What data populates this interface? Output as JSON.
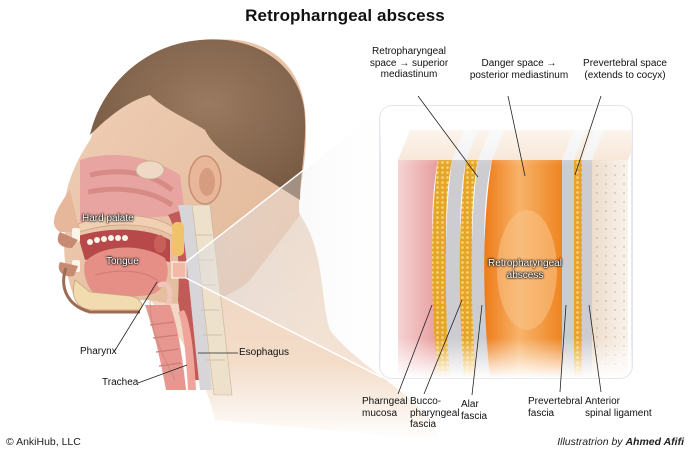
{
  "title": "Retropharngeal abscess",
  "head_labels": {
    "hard_palate": "Hard palate",
    "tongue": "Tongue",
    "pharynx": "Pharynx",
    "trachea": "Trachea",
    "esophagus": "Esophagus"
  },
  "inset": {
    "abscess_label_1": "Retropharyngeal",
    "abscess_label_2": "abscess",
    "top_labels": [
      {
        "lines": [
          "Retropharyngeal",
          "space → superior",
          "mediastinum"
        ]
      },
      {
        "lines": [
          "Danger space →",
          "posterior mediastinum"
        ]
      },
      {
        "lines": [
          "Prevertebral space",
          "(extends to cocyx)"
        ]
      }
    ],
    "bottom_labels": [
      {
        "lines": [
          "Pharngeal",
          "mucosa"
        ]
      },
      {
        "lines": [
          "Bucco-",
          "pharyngeal",
          "fascia"
        ]
      },
      {
        "lines": [
          "Alar",
          "fascia"
        ]
      },
      {
        "lines": [
          "Prevertebral",
          "fascia"
        ]
      },
      {
        "lines": [
          "Anterior",
          "spinal ligament"
        ]
      }
    ]
  },
  "footer": {
    "copyright": "© AnkiHub, LLC",
    "credit_prefix": "Illustratrion by ",
    "credit_author": "Ahmed Afifi"
  },
  "colors": {
    "skin": "#e9c4a6",
    "hair": "#8a6a52",
    "mucosa": "#e9a3a3",
    "abscess": "#f08a2a",
    "fat": "#e6a92a",
    "fascia": "#c9c9cc",
    "bone": "#efe1cf"
  }
}
